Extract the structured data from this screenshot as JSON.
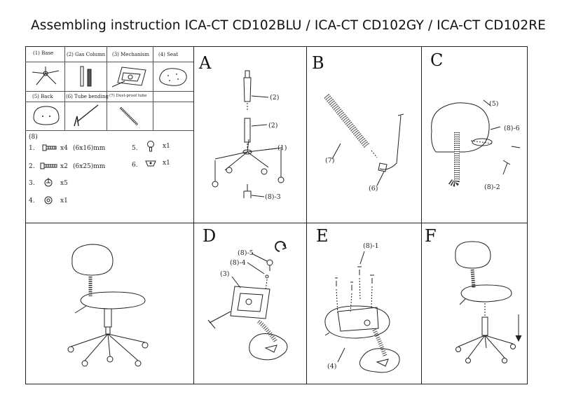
{
  "title": "Assembling instruction  ICA-CT CD102BLU / ICA-CT CD102GY /  ICA-CT CD102RE",
  "parts": {
    "base": "(1) Base",
    "gas_column": "(2) Gas Column",
    "mechanism": "(3) Mechanism",
    "seat": "(4) Seat",
    "back": "(5) Back",
    "tube_bending": "(6) Tube bending",
    "tube_label_7": "(7) Dust-proof tube"
  },
  "hardware": {
    "heading": "(8)",
    "items": [
      {
        "num": "1.",
        "qty": "x4",
        "size": "(6x16)mm"
      },
      {
        "num": "2.",
        "qty": "x2",
        "size": "(6x25)mm"
      },
      {
        "num": "3.",
        "qty": "x5",
        "size": ""
      },
      {
        "num": "4.",
        "qty": "x1",
        "size": ""
      },
      {
        "num": "5.",
        "qty": "x1",
        "size": ""
      },
      {
        "num": "6.",
        "qty": "x1",
        "size": ""
      }
    ]
  },
  "steps": {
    "a": {
      "letter": "A",
      "labels": [
        "(2)",
        "(2)",
        "(1)",
        "(8)-3"
      ]
    },
    "b": {
      "letter": "B",
      "labels": [
        "(7)",
        "(6)"
      ]
    },
    "c": {
      "letter": "C",
      "labels": [
        "(5)",
        "(8)-6",
        "(8)-2"
      ]
    },
    "d": {
      "letter": "D",
      "labels": [
        "(8)-5",
        "(8)-4",
        "(3)"
      ]
    },
    "e": {
      "letter": "E",
      "labels": [
        "(8)-1",
        "(4)"
      ]
    },
    "f": {
      "letter": "F"
    }
  },
  "colors": {
    "line": "#222222",
    "background": "#ffffff"
  }
}
